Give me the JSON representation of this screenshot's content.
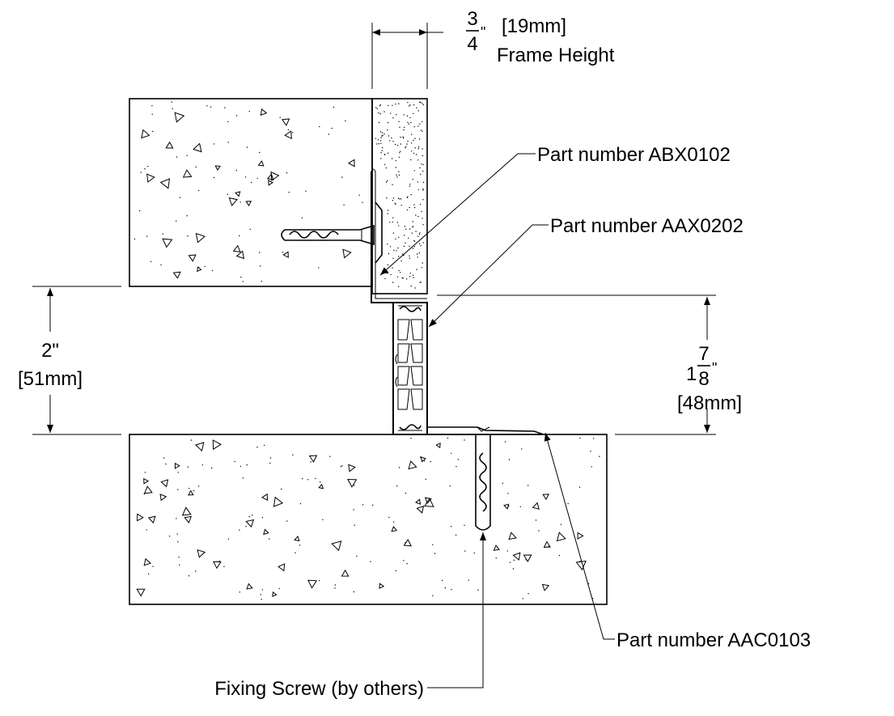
{
  "frame_height": {
    "fraction_numerator": "3",
    "fraction_denominator": "4",
    "inch_mark": "\"",
    "metric": "[19mm]",
    "label": "Frame Height"
  },
  "gap_left": {
    "imperial": "2\"",
    "metric": "[51mm]"
  },
  "gap_right": {
    "whole": "1",
    "fraction_numerator": "7",
    "fraction_denominator": "8",
    "inch_mark": "\"",
    "metric": "[48mm]"
  },
  "callouts": {
    "part_abx": "Part number ABX0102",
    "part_aax": "Part number AAX0202",
    "part_aac": "Part number AAC0103",
    "fixing_screw": "Fixing Screw (by others)"
  }
}
